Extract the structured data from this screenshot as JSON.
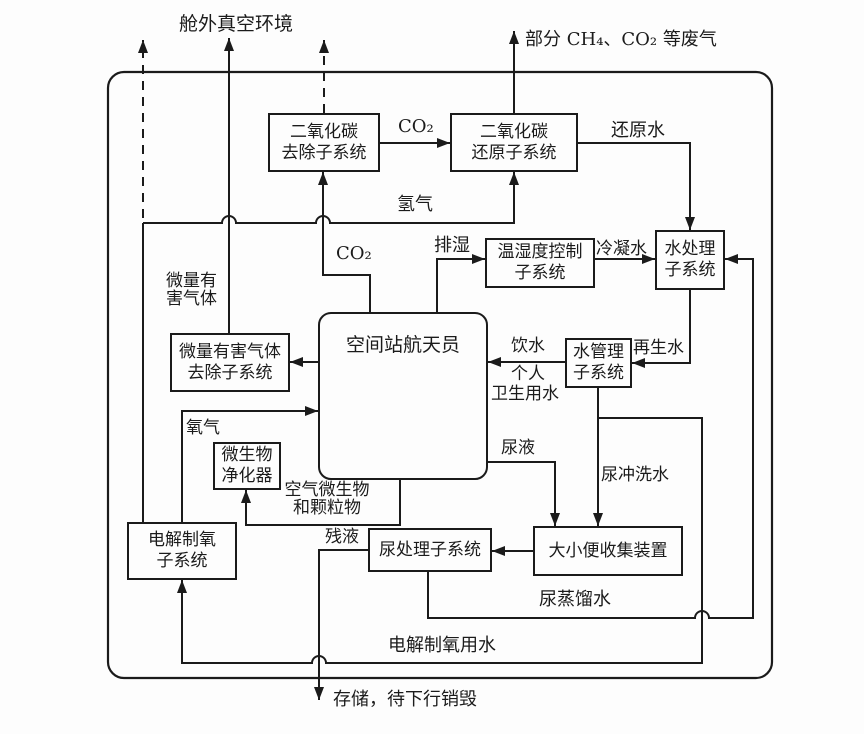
{
  "external_labels": {
    "vacuum": "舱外真空环境",
    "waste_gas": "部分 CH₄、CO₂ 等废气",
    "storage": "存储，待下行销毁"
  },
  "boxes": {
    "co2_removal": {
      "line1": "二氧化碳",
      "line2": "去除子系统"
    },
    "co2_reduction": {
      "line1": "二氧化碳",
      "line2": "还原子系统"
    },
    "thc": {
      "line1": "温湿度控制",
      "line2": "子系统"
    },
    "water_treatment": {
      "line1": "水处理",
      "line2": "子系统"
    },
    "water_mgmt": {
      "line1": "水管理",
      "line2": "子系统"
    },
    "trace_gas_removal": {
      "line1": "微量有害气体",
      "line2": "去除子系统"
    },
    "astronauts": {
      "title": "空间站航天员"
    },
    "microbe_purifier": {
      "line1": "微生物",
      "line2": "净化器"
    },
    "electrolysis": {
      "line1": "电解制氧",
      "line2": "子系统"
    },
    "urine_treatment": {
      "line1": "尿处理子系统"
    },
    "waste_collector": {
      "line1": "大小便收集装置"
    }
  },
  "flow_labels": {
    "co2_top": "CO₂",
    "reduced_water": "还原水",
    "hydrogen": "氢气",
    "co2_mid": "CO₂",
    "dehumidify": "排湿",
    "condensate": "冷凝水",
    "trace_gas_1": "微量有",
    "trace_gas_2": "害气体",
    "regen_water": "再生水",
    "drinking_water": "饮水",
    "personal": "个人",
    "hygiene_water": "卫生用水",
    "urine": "尿液",
    "urine_flush": "尿冲洗水",
    "oxygen": "氧气",
    "air_microbes_1": "空气微生物",
    "air_microbes_2": "和颗粒物",
    "residual": "残液",
    "urine_distilled": "尿蒸馏水",
    "electrolysis_water": "电解制氧用水"
  },
  "colors": {
    "line": "#1b1b1b",
    "background": "#fdfdfd"
  }
}
